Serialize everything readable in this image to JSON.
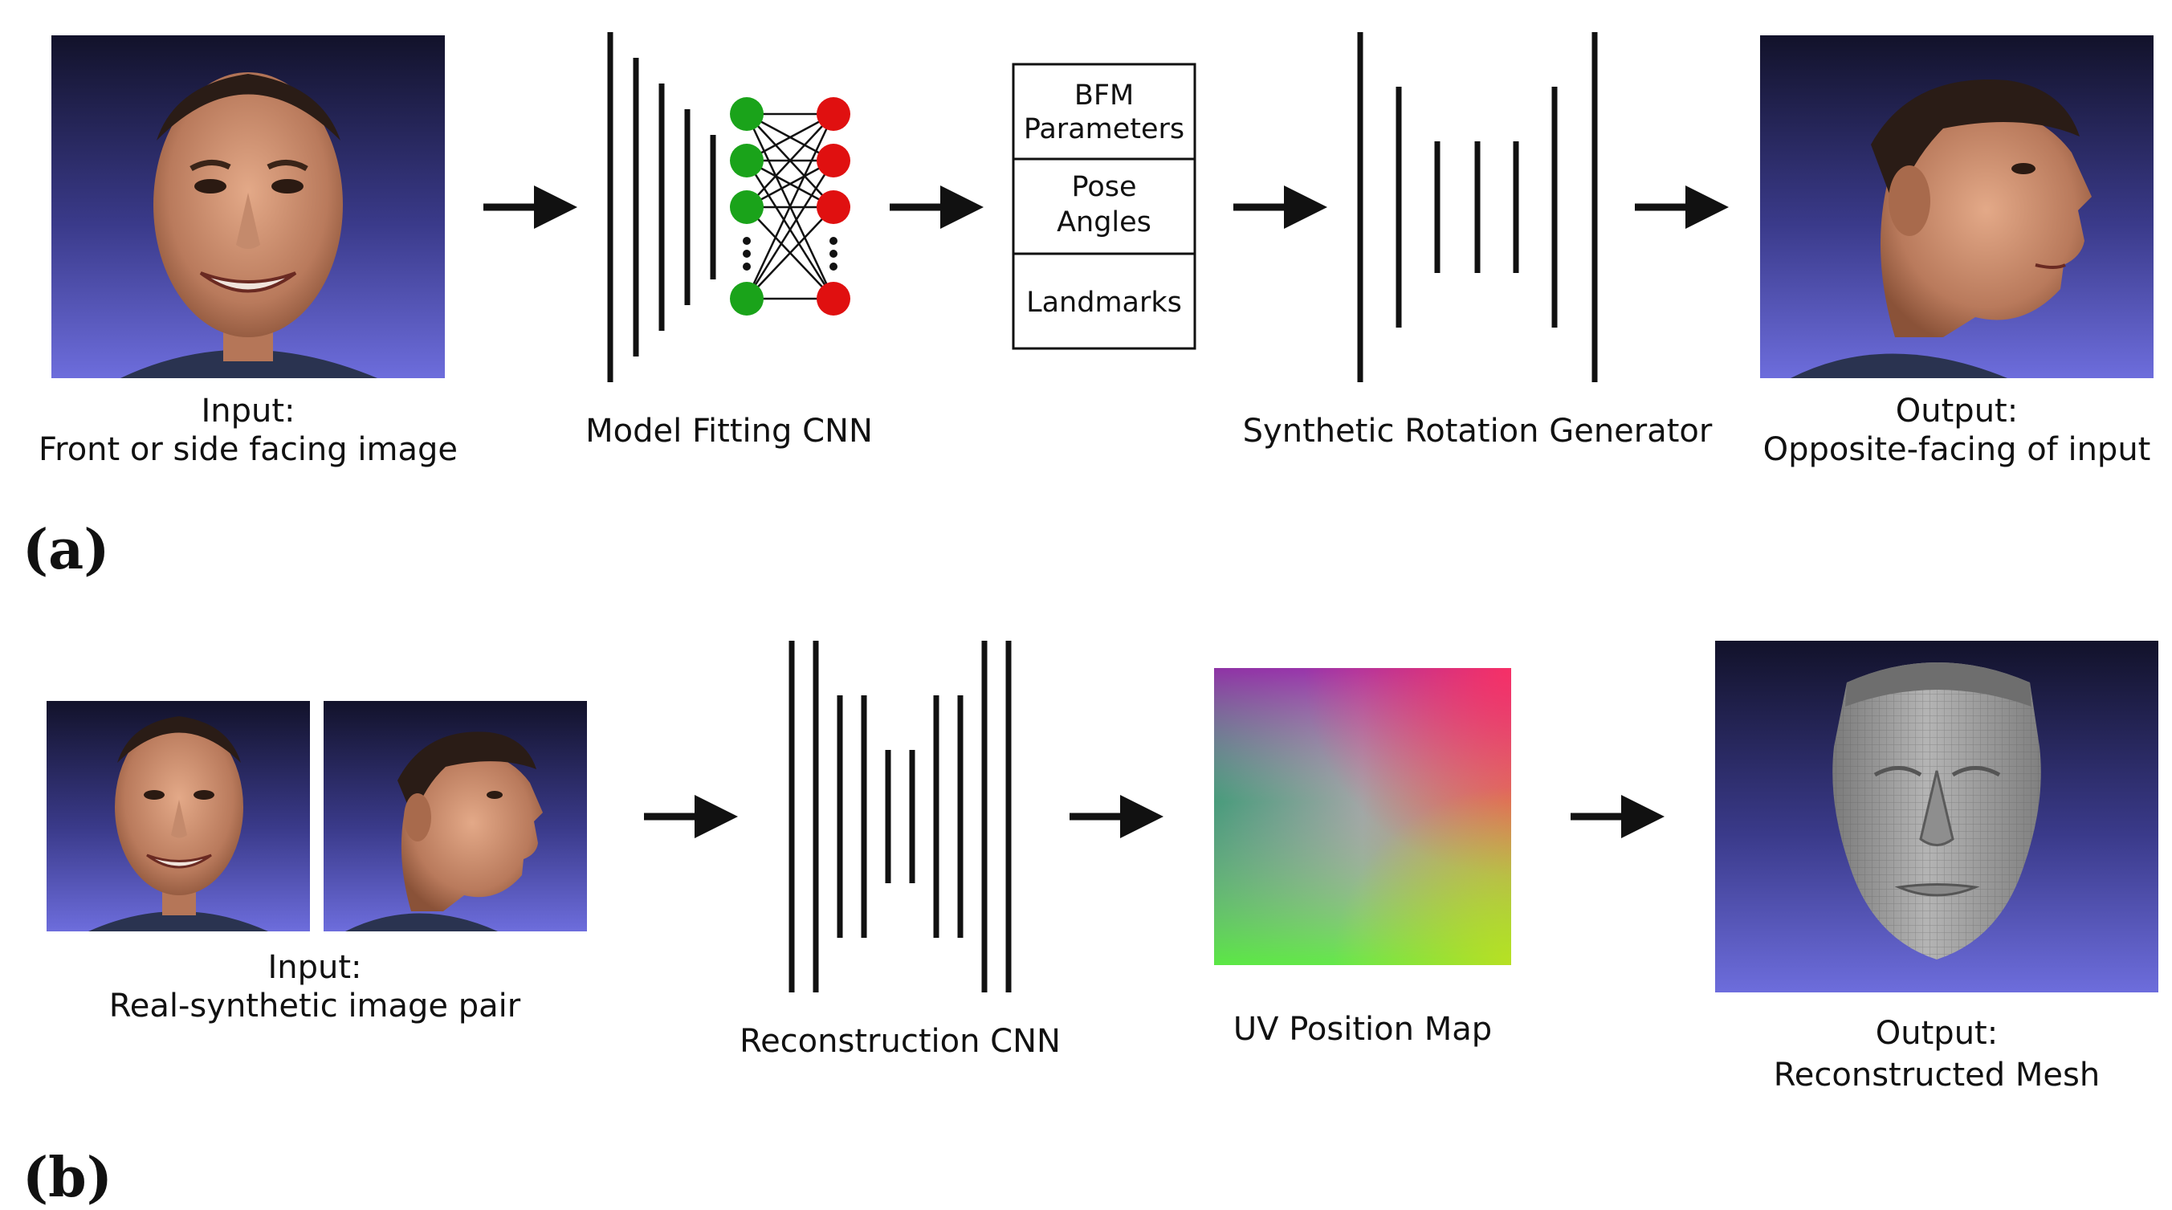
{
  "row_a": {
    "panel_label": "(a)",
    "input_caption_1": "Input:",
    "input_caption_2": "Front or side facing image",
    "cnn1_label": "Model Fitting CNN",
    "param_box": [
      "BFM",
      "Parameters",
      "Pose",
      "Angles",
      "Landmarks"
    ],
    "generator_label": "Synthetic Rotation Generator",
    "output_caption_1": "Output:",
    "output_caption_2": "Opposite-facing of input"
  },
  "row_b": {
    "panel_label": "(b)",
    "input_caption_1": "Input:",
    "input_caption_2": "Real-synthetic image pair",
    "cnn2_label": "Reconstruction CNN",
    "uv_label": "UV Position Map",
    "output_caption_1": "Output:",
    "output_caption_2": "Reconstructed Mesh"
  },
  "colors": {
    "photo_bg_top": "#12122a",
    "photo_bg_bottom": "#6b6bd8",
    "node_green": "#1aa31a",
    "node_red": "#e01010",
    "mesh_gray": "#9a9a9a"
  },
  "icons": [
    "frontal-face-photo",
    "profile-face-photo",
    "neural-network-graph",
    "uv-position-map",
    "face-mesh-render"
  ]
}
